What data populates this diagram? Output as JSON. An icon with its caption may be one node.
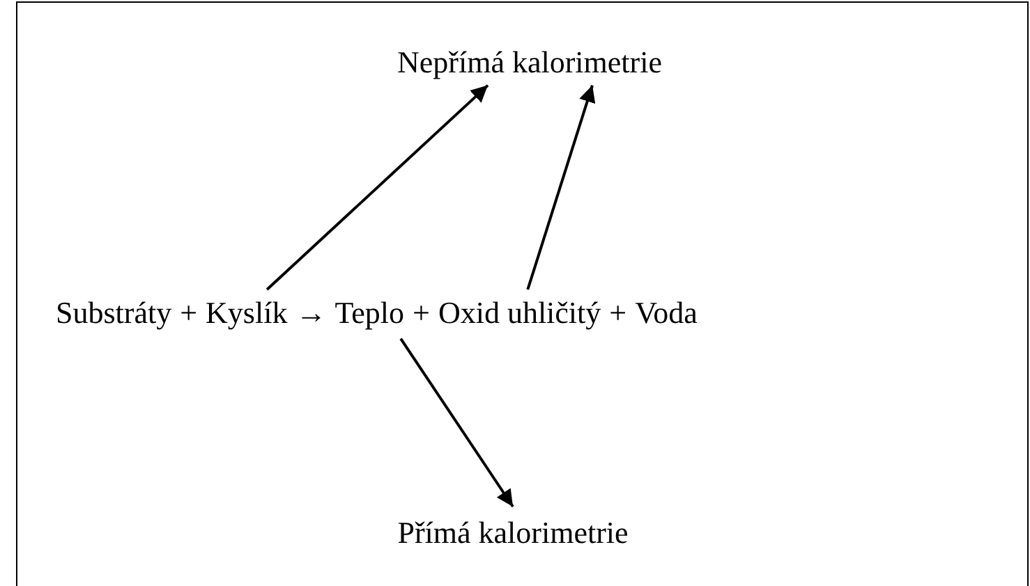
{
  "diagram": {
    "nodes": [
      {
        "text": [
          "Nepřímá kalorimetrie"
        ]
      },
      {
        "text": [
          "Substráty"
        ]
      },
      {
        "text": [
          "Kyslík"
        ]
      },
      {
        "text": [
          "Teplo"
        ]
      },
      {
        "text": [
          "Oxid uhličitý"
        ]
      },
      {
        "text": [
          "Voda"
        ]
      },
      {
        "text": [
          "Přímá kalorimetrie"
        ]
      }
    ],
    "edges": [
      {
        "from": 2,
        "to": 0,
        "arrow": "to"
      },
      {
        "from": 4,
        "to": 0,
        "arrow": "to"
      },
      {
        "from": 3,
        "to": 6,
        "arrow": "to"
      }
    ],
    "labels": [
      "+",
      "→",
      "+",
      "+"
    ]
  }
}
